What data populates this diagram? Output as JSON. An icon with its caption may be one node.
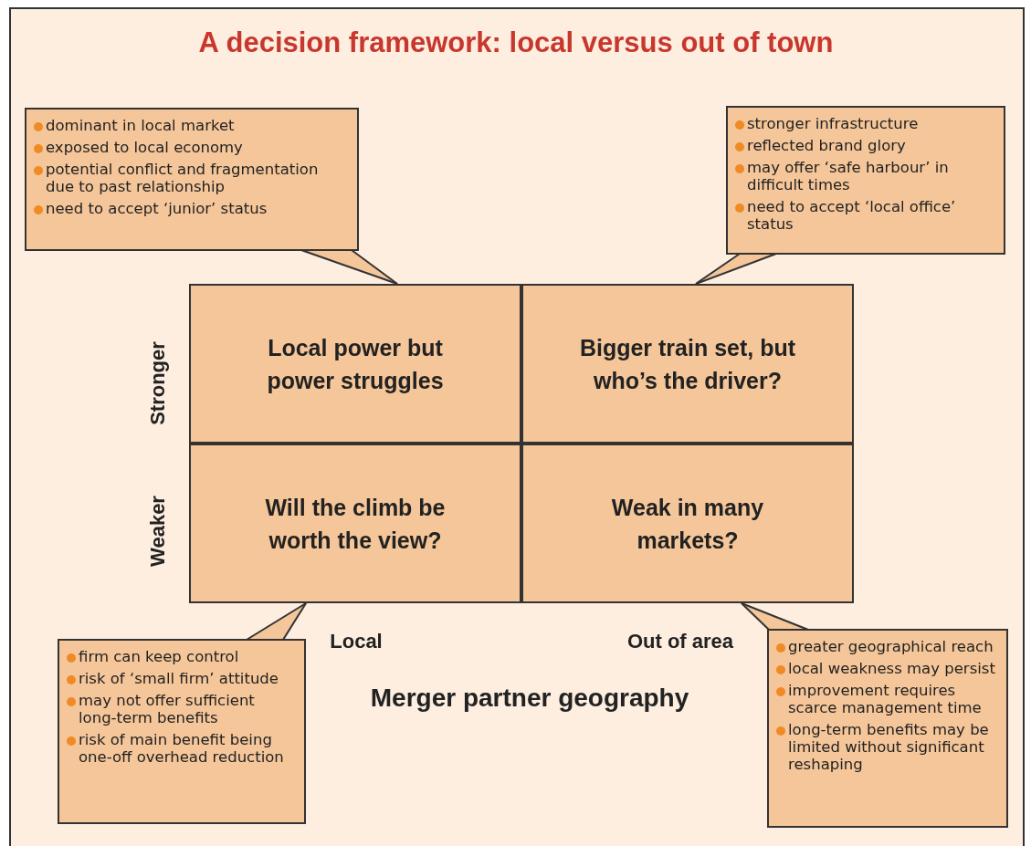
{
  "diagram": {
    "title": "A decision framework: local versus out of town",
    "nodes": [
      {
        "text": [
          "dominant in local market",
          "exposed to local economy",
          "potential conflict and fragmentation due to past relationship",
          "need to accept ‘junior’ status"
        ]
      },
      {
        "text": [
          "stronger infrastructure",
          "reflected brand glory",
          "may offer ‘safe harbour’ in difficult times",
          "need to accept ‘local office’ status"
        ]
      },
      {
        "text": [
          "Local power but power struggles"
        ]
      },
      {
        "text": [
          "Bigger train set, but who’s the driver?"
        ]
      },
      {
        "text": [
          "Will the climb be worth the view?"
        ]
      },
      {
        "text": [
          "Weak in many markets?"
        ]
      },
      {
        "text": [
          "firm can keep control",
          "risk of ‘small firm’ attitude",
          "may not offer sufficient long-term benefits",
          "risk of main benefit being one-off overhead reduction"
        ]
      },
      {
        "text": [
          "greater geographical reach",
          "local weakness may persist",
          "improvement requires scarce management time",
          "long-term benefits may be limited without significant reshaping"
        ]
      }
    ],
    "edges": [
      {
        "from": 0,
        "to": 2,
        "arrow": "none"
      },
      {
        "from": 1,
        "to": 3,
        "arrow": "none"
      },
      {
        "from": 6,
        "to": 4,
        "arrow": "none"
      },
      {
        "from": 7,
        "to": 5,
        "arrow": "none"
      }
    ],
    "labels": [
      "Stronger",
      "Weaker",
      "Local",
      "Out of area",
      "Merger partner geography"
    ]
  }
}
